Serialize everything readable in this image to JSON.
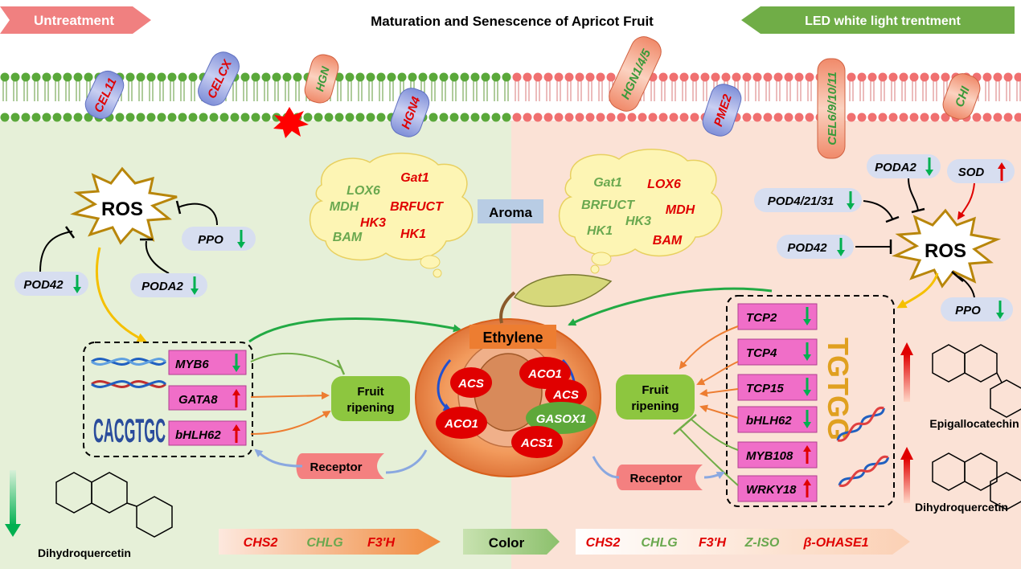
{
  "header": {
    "title": "Maturation and Senescence of Apricot Fruit",
    "left_banner": "Untreatment",
    "right_banner": "LED white light trentment"
  },
  "membrane": {
    "proteins": [
      "CEL11",
      "CELCX",
      "HGN",
      "HGN4",
      "HGN1/4/5",
      "PME2",
      "CEL6/9/10/11",
      "CHI"
    ]
  },
  "left": {
    "ros": "ROS",
    "regulators": [
      {
        "label": "PPO",
        "trend": "down"
      },
      {
        "label": "POD42",
        "trend": "down"
      },
      {
        "label": "PODA2",
        "trend": "down"
      }
    ],
    "tfs": [
      {
        "label": "MYB6",
        "trend": "down"
      },
      {
        "label": "GATA8",
        "trend": "up"
      },
      {
        "label": "bHLH62",
        "trend": "up"
      }
    ],
    "motif": "CACGTGC",
    "fruit_ripening": [
      "Fruit",
      "ripening"
    ],
    "receptor": "Receptor",
    "compound": "Dihydroquercetin",
    "aroma_genes": [
      {
        "label": "LOX6",
        "color": "#6aa84f"
      },
      {
        "label": "Gat1",
        "color": "#e00000"
      },
      {
        "label": "MDH",
        "color": "#6aa84f"
      },
      {
        "label": "BRFUCT",
        "color": "#e00000"
      },
      {
        "label": "HK3",
        "color": "#e00000"
      },
      {
        "label": "BAM",
        "color": "#6aa84f"
      },
      {
        "label": "HK1",
        "color": "#e00000"
      }
    ],
    "color_genes": [
      {
        "label": "CHS2",
        "color": "#e00000"
      },
      {
        "label": "CHLG",
        "color": "#6aa84f"
      },
      {
        "label": "F3'H",
        "color": "#e00000"
      }
    ]
  },
  "center": {
    "aroma": "Aroma",
    "color": "Color",
    "ethylene": "Ethylene",
    "enzymes_left": [
      "ACS",
      "ACO1"
    ],
    "enzymes_right": [
      "ACO1",
      "ACS",
      "GASOX1",
      "ACS1"
    ]
  },
  "right": {
    "ros": "ROS",
    "regulators": [
      {
        "label": "PODA2",
        "trend": "down"
      },
      {
        "label": "SOD",
        "trend": "up"
      },
      {
        "label": "POD4/21/31",
        "trend": "down"
      },
      {
        "label": "POD42",
        "trend": "down"
      },
      {
        "label": "PPO",
        "trend": "down"
      }
    ],
    "tfs": [
      {
        "label": "TCP2",
        "trend": "down"
      },
      {
        "label": "TCP4",
        "trend": "down"
      },
      {
        "label": "TCP15",
        "trend": "down"
      },
      {
        "label": "bHLH62",
        "trend": "down"
      },
      {
        "label": "MYB108",
        "trend": "up"
      },
      {
        "label": "WRKY18",
        "trend": "up"
      }
    ],
    "fruit_ripening": [
      "Fruit",
      "ripening"
    ],
    "receptor": "Receptor",
    "compound_top": "Epigallocatechin",
    "compound_bottom": "Dihydroquercetin",
    "aroma_genes": [
      {
        "label": "Gat1",
        "color": "#6aa84f"
      },
      {
        "label": "LOX6",
        "color": "#e00000"
      },
      {
        "label": "BRFUCT",
        "color": "#6aa84f"
      },
      {
        "label": "MDH",
        "color": "#e00000"
      },
      {
        "label": "HK3",
        "color": "#6aa84f"
      },
      {
        "label": "HK1",
        "color": "#6aa84f"
      },
      {
        "label": "BAM",
        "color": "#e00000"
      }
    ],
    "color_genes": [
      {
        "label": "CHS2",
        "color": "#e00000"
      },
      {
        "label": "CHLG",
        "color": "#6aa84f"
      },
      {
        "label": "F3'H",
        "color": "#e00000"
      },
      {
        "label": "Z-ISO",
        "color": "#6aa84f"
      },
      {
        "label": "β-OHASE1",
        "color": "#e00000"
      }
    ]
  },
  "colors": {
    "left_bg": "#e6f0d8",
    "right_bg": "#fbe2d6",
    "up": "#e00000",
    "down": "#00b050",
    "tf_box": "#f06ec8",
    "reg_box": "#d7def0",
    "green_arrow": "#22aa44",
    "orange_arrow": "#ed7d31",
    "yellow_arrow": "#f5c000"
  }
}
